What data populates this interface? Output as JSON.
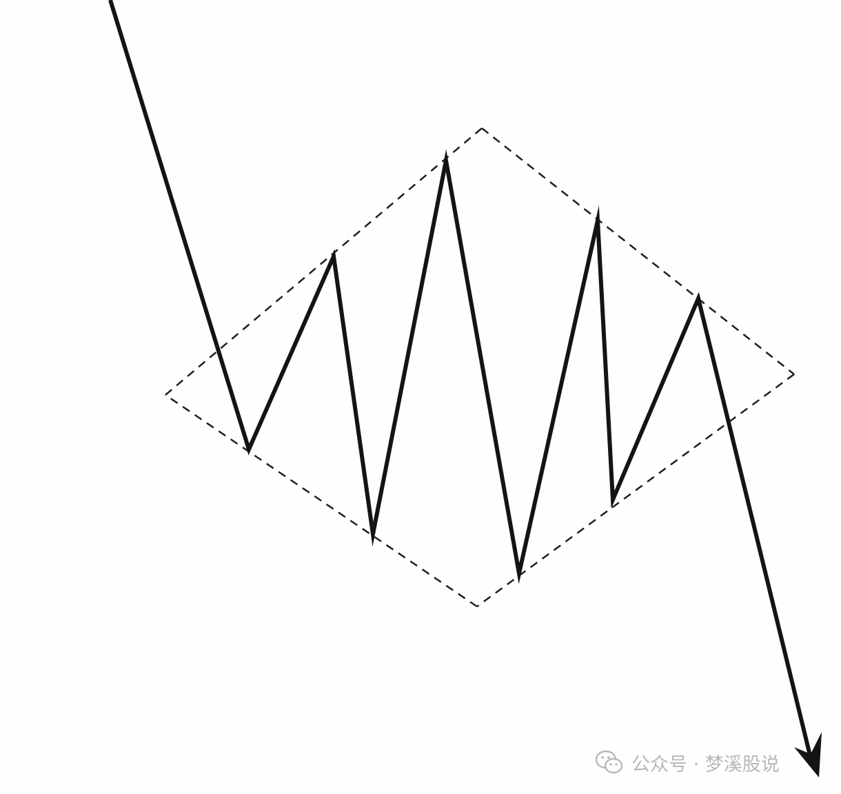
{
  "diagram": {
    "type": "diamond-reversal-pattern",
    "colors": {
      "background": "#fefeff",
      "price_line": "#141414",
      "boundary_dashed": "#1e1e1e",
      "watermark": "#b8b8b8"
    },
    "boundary": {
      "style": "dashed",
      "shape": "diamond"
    },
    "price_path": {
      "style": "solid",
      "swings": [
        "low",
        "high",
        "low",
        "high",
        "low",
        "high",
        "low",
        "high"
      ],
      "ends_with": "arrow-down"
    }
  },
  "watermark": {
    "icon": "wechat-icon",
    "text": "公众号 · 梦溪股说"
  }
}
